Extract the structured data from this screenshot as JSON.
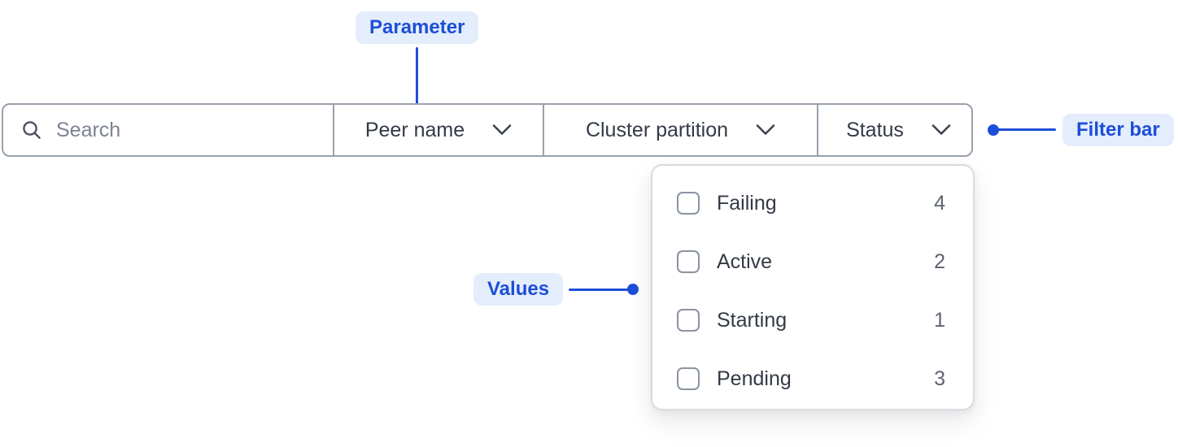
{
  "annotations": {
    "parameter_label": "Parameter",
    "filter_bar_label": "Filter bar",
    "values_label": "Values"
  },
  "filter_bar": {
    "search": {
      "placeholder": "Search",
      "value": "",
      "icon": "search-icon"
    },
    "dropdowns": [
      {
        "label": "Peer name",
        "icon": "chevron-down-icon",
        "open": false
      },
      {
        "label": "Cluster partition",
        "icon": "chevron-down-icon",
        "open": false
      },
      {
        "label": "Status",
        "icon": "chevron-down-icon",
        "open": true
      }
    ]
  },
  "status_dropdown": {
    "options": [
      {
        "label": "Failing",
        "count": "4",
        "checked": false
      },
      {
        "label": "Active",
        "count": "2",
        "checked": false
      },
      {
        "label": "Starting",
        "count": "1",
        "checked": false
      },
      {
        "label": "Pending",
        "count": "3",
        "checked": false
      }
    ]
  },
  "colors": {
    "annotation_accent": "#1d4ed8",
    "annotation_badge_bg": "#e4edfb",
    "bar_border": "#99a1ac",
    "text_dark": "#333a46",
    "placeholder_gray": "#7b8392",
    "count_gray": "#5d6470",
    "panel_border": "#d9dbe0",
    "checkbox_border": "#8b93a3",
    "background": "#ffffff"
  }
}
